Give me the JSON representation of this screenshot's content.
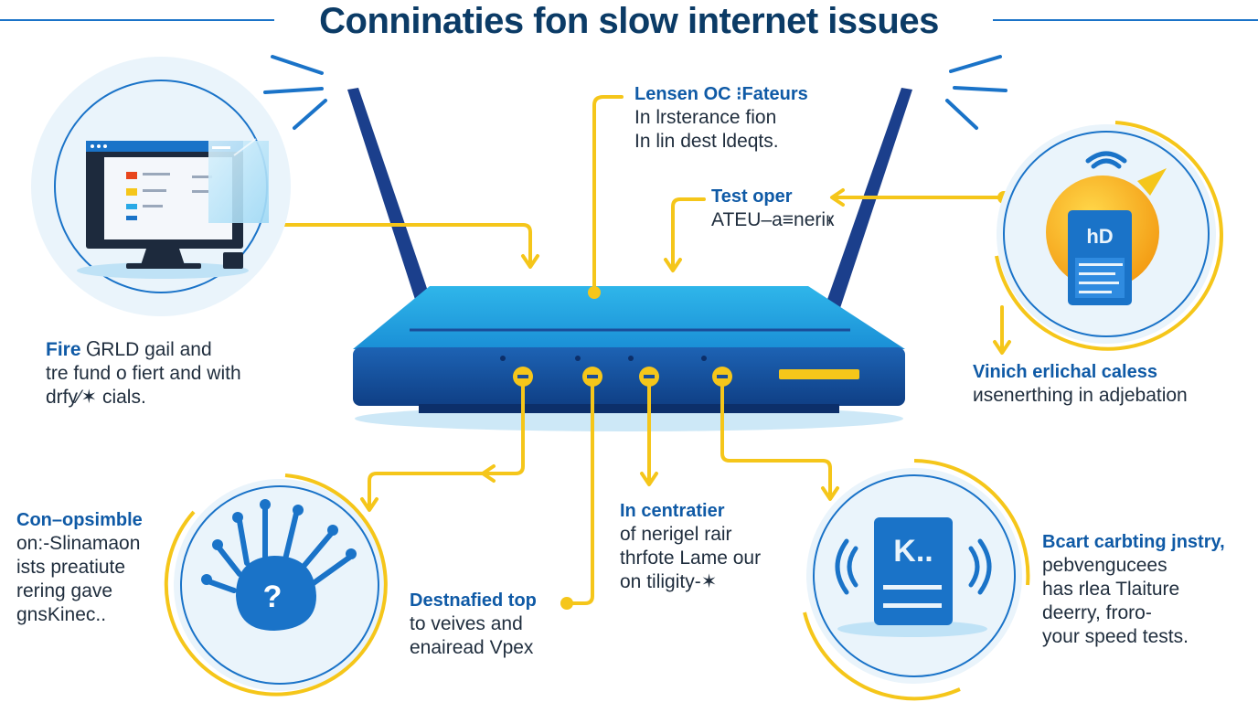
{
  "title": "Conninaties fon slow internet issues",
  "colors": {
    "navy": "#0b3b66",
    "blue": "#1a73c8",
    "sky": "#29a9e6",
    "yellow": "#f5c61a",
    "pale": "#eaf4fb"
  },
  "icons": {
    "top_left": "computer-monitor-icon",
    "top_right": "wifi-tablet-icon",
    "bottom_left": "virus-question-icon",
    "bottom_right": "wireless-card-icon",
    "center": "router-icon"
  },
  "callouts": {
    "left_mid": {
      "head_blue": "Fire",
      "head_rest": " ᏀRLD gail and",
      "lines": [
        "tre fund o fiert and with",
        "drfy⁄✶ cials."
      ]
    },
    "top_center": {
      "head": "Lensen OC ⁝Fateurs",
      "lines": [
        "In lrsterance fion",
        "In lin dest ldeqts."
      ]
    },
    "test": {
      "head": "Test oper",
      "lines": [
        "ATEU–a≡neriҝ"
      ]
    },
    "right_mid": {
      "head": "Vinich erlichal caless",
      "lines": [
        "ᴎsenerthing in adjebation"
      ]
    },
    "bottom_left": {
      "head": "Con–opsimble",
      "lines": [
        "on:-Slinamaon",
        "ists preatiute",
        "rering gave",
        "gnsKinec.."
      ]
    },
    "bottom_center": {
      "head": "Destnafied top",
      "lines": [
        "to veives and",
        "enairead Vpex"
      ]
    },
    "center_mid": {
      "head": "In centratier",
      "lines": [
        "of nerigel rair",
        "thrfote Lame our",
        "on tiligity-✶"
      ]
    },
    "bottom_right": {
      "head": "Bcart carbting jnstry,",
      "lines": [
        "pebvengucees",
        "has rlea Tlaiture",
        "deerry, froro-",
        "your speed tests."
      ]
    },
    "tablet_label": "hD",
    "card_label": "K.."
  }
}
